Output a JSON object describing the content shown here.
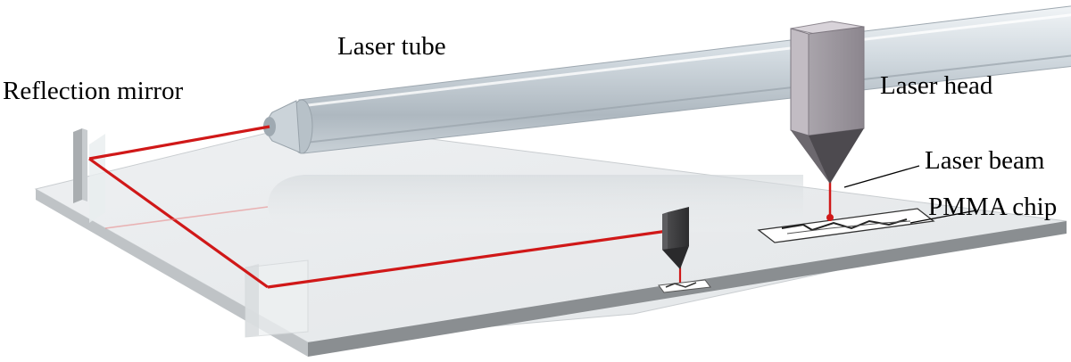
{
  "labels": {
    "laser_tube": "Laser tube",
    "reflection_mirror": "Reflection mirror",
    "laser_head": "Laser head",
    "laser_beam": "Laser beam",
    "pmma_chip": "PMMA chip"
  },
  "colors": {
    "beam": "#d01818",
    "base_top": "#e9ecee",
    "base_front": "#8a8e91",
    "tube": "#c3ccd3",
    "head": "#8f8990"
  }
}
